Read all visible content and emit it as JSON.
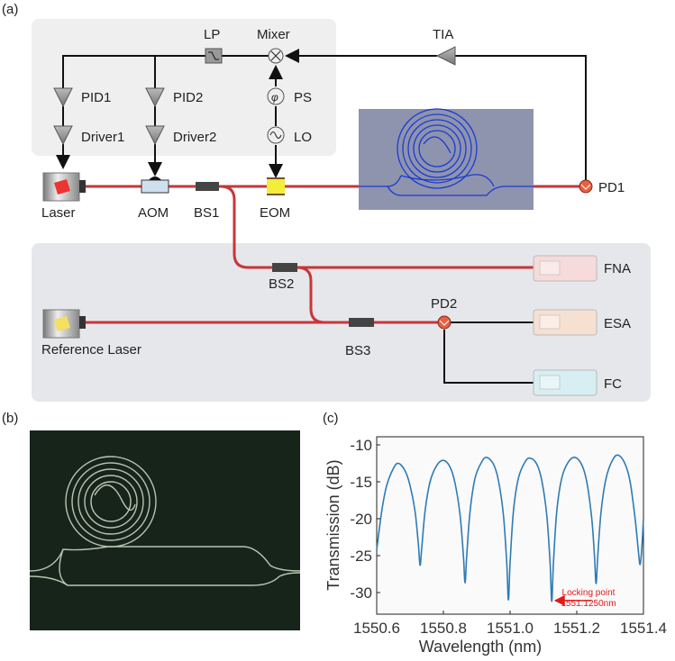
{
  "panels": {
    "a": "(a)",
    "b": "(b)",
    "c": "(c)"
  },
  "diagram": {
    "labels": {
      "lp": "LP",
      "mixer": "Mixer",
      "tia": "TIA",
      "pid1": "PID1",
      "pid2": "PID2",
      "ps": "PS",
      "lo": "LO",
      "driver1": "Driver1",
      "driver2": "Driver2",
      "laser": "Laser",
      "aom": "AOM",
      "bs1": "BS1",
      "eom": "EOM",
      "pd1": "PD1",
      "fna": "FNA",
      "bs2": "BS2",
      "pd2": "PD2",
      "esa": "ESA",
      "ref_laser": "Reference Laser",
      "bs3": "BS3",
      "fc": "FC",
      "phase_symbol": "φ"
    },
    "colors": {
      "fiber": "#c8363a",
      "chip": "#1a3bd0",
      "box": "#efefef"
    }
  },
  "chart_data": {
    "type": "line",
    "title": "",
    "xlabel": "Wavelength (nm)",
    "ylabel": "Transmission (dB)",
    "xlim": [
      1550.6,
      1551.4
    ],
    "ylim": [
      -33,
      -9
    ],
    "xticks": [
      "1550.6",
      "1550.8",
      "1551.0",
      "1551.2",
      "1551.4"
    ],
    "yticks": [
      "-10",
      "-15",
      "-20",
      "-25",
      "-30"
    ],
    "grid": false,
    "line_color": "#2f7bb5",
    "annotation": {
      "line1": "Locking point",
      "line2": "1551.1250nm",
      "x": 1551.125,
      "y": -31.2,
      "color": "#e0191b"
    },
    "series": [
      {
        "name": "Transmission",
        "points": [
          [
            1550.6,
            -24.2
          ],
          [
            1550.615,
            -19
          ],
          [
            1550.63,
            -15.5
          ],
          [
            1550.65,
            -13.2
          ],
          [
            1550.665,
            -12.5
          ],
          [
            1550.685,
            -13.5
          ],
          [
            1550.7,
            -15.5
          ],
          [
            1550.715,
            -19
          ],
          [
            1550.725,
            -23.5
          ],
          [
            1550.73,
            -26.3
          ],
          [
            1550.735,
            -24
          ],
          [
            1550.745,
            -19
          ],
          [
            1550.76,
            -15
          ],
          [
            1550.78,
            -12.8
          ],
          [
            1550.8,
            -12.1
          ],
          [
            1550.82,
            -13
          ],
          [
            1550.835,
            -15.2
          ],
          [
            1550.85,
            -19.5
          ],
          [
            1550.86,
            -25
          ],
          [
            1550.865,
            -28.7
          ],
          [
            1550.87,
            -25
          ],
          [
            1550.88,
            -19
          ],
          [
            1550.895,
            -14.5
          ],
          [
            1550.915,
            -12.3
          ],
          [
            1550.93,
            -11.7
          ],
          [
            1550.95,
            -12.6
          ],
          [
            1550.965,
            -14.8
          ],
          [
            1550.98,
            -19.5
          ],
          [
            1550.99,
            -26
          ],
          [
            1550.995,
            -31
          ],
          [
            1551.0,
            -26
          ],
          [
            1551.01,
            -19
          ],
          [
            1551.025,
            -14.5
          ],
          [
            1551.045,
            -12.3
          ],
          [
            1551.06,
            -11.8
          ],
          [
            1551.08,
            -12.6
          ],
          [
            1551.095,
            -14.8
          ],
          [
            1551.11,
            -19.5
          ],
          [
            1551.12,
            -26
          ],
          [
            1551.125,
            -31.2
          ],
          [
            1551.13,
            -26
          ],
          [
            1551.14,
            -19
          ],
          [
            1551.155,
            -14.5
          ],
          [
            1551.175,
            -12.3
          ],
          [
            1551.195,
            -11.7
          ],
          [
            1551.215,
            -12.7
          ],
          [
            1551.23,
            -15
          ],
          [
            1551.245,
            -20
          ],
          [
            1551.253,
            -25
          ],
          [
            1551.258,
            -28.8
          ],
          [
            1551.263,
            -25
          ],
          [
            1551.273,
            -19
          ],
          [
            1551.288,
            -14.5
          ],
          [
            1551.308,
            -12
          ],
          [
            1551.325,
            -11.4
          ],
          [
            1551.345,
            -12.6
          ],
          [
            1551.36,
            -15
          ],
          [
            1551.375,
            -20
          ],
          [
            1551.385,
            -24.5
          ],
          [
            1551.39,
            -26.2
          ],
          [
            1551.395,
            -24
          ],
          [
            1551.4,
            -20
          ]
        ]
      }
    ]
  }
}
